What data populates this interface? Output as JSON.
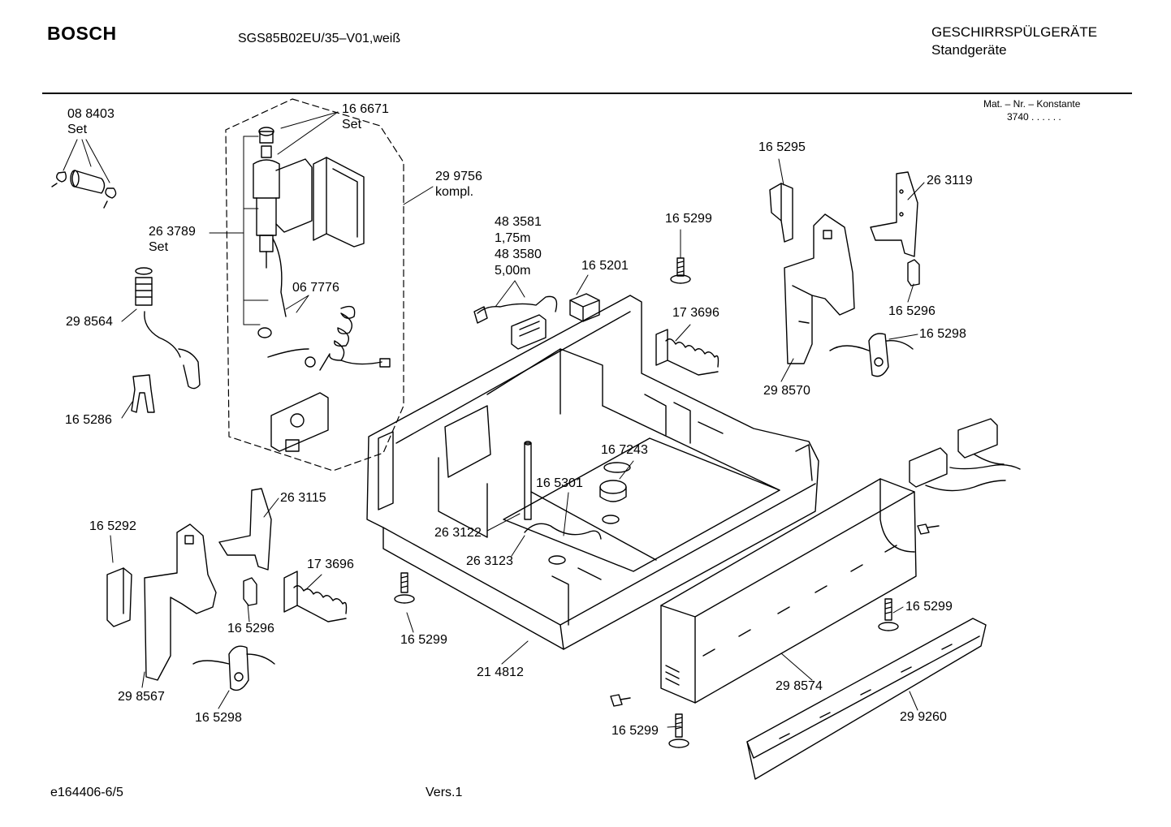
{
  "header": {
    "brand": "BOSCH",
    "model": "SGS85B02EU/35–V01,weiß",
    "category": "GESCHIRRSPÜLGERÄTE",
    "subcategory": "Standgeräte",
    "mat_nr_label": "Mat. – Nr. – Konstante",
    "mat_nr_value": "3740  .  .  .  .  .  ."
  },
  "parts": [
    {
      "number": "08 8403",
      "note": "Set"
    },
    {
      "number": "16 6671",
      "note": "Set"
    },
    {
      "number": "29 9756",
      "note": "kompl."
    },
    {
      "number": "26 3789",
      "note": "Set"
    },
    {
      "number": "06 7776"
    },
    {
      "number": "29 8564"
    },
    {
      "number": "16 5286"
    },
    {
      "number": "48 3581",
      "note": "1,75m"
    },
    {
      "number": "48 3580",
      "note": "5,00m"
    },
    {
      "number": "16 5201"
    },
    {
      "number": "16 5299"
    },
    {
      "number": "17 3696"
    },
    {
      "number": "16 5295"
    },
    {
      "number": "26 3119"
    },
    {
      "number": "16 5296"
    },
    {
      "number": "16 5298"
    },
    {
      "number": "29 8570"
    },
    {
      "number": "16 7243"
    },
    {
      "number": "16 5301"
    },
    {
      "number": "26 3122"
    },
    {
      "number": "26 3123"
    },
    {
      "number": "26 3115"
    },
    {
      "number": "16 5292"
    },
    {
      "number": "17 3696"
    },
    {
      "number": "16 5296"
    },
    {
      "number": "16 5299"
    },
    {
      "number": "21 4812"
    },
    {
      "number": "29 8567"
    },
    {
      "number": "16 5298"
    },
    {
      "number": "16 5299"
    },
    {
      "number": "29 8574"
    },
    {
      "number": "16 5299"
    },
    {
      "number": "29 9260"
    }
  ],
  "footer": {
    "drawing_id": "e164406-6/5",
    "version": "Vers.1"
  }
}
